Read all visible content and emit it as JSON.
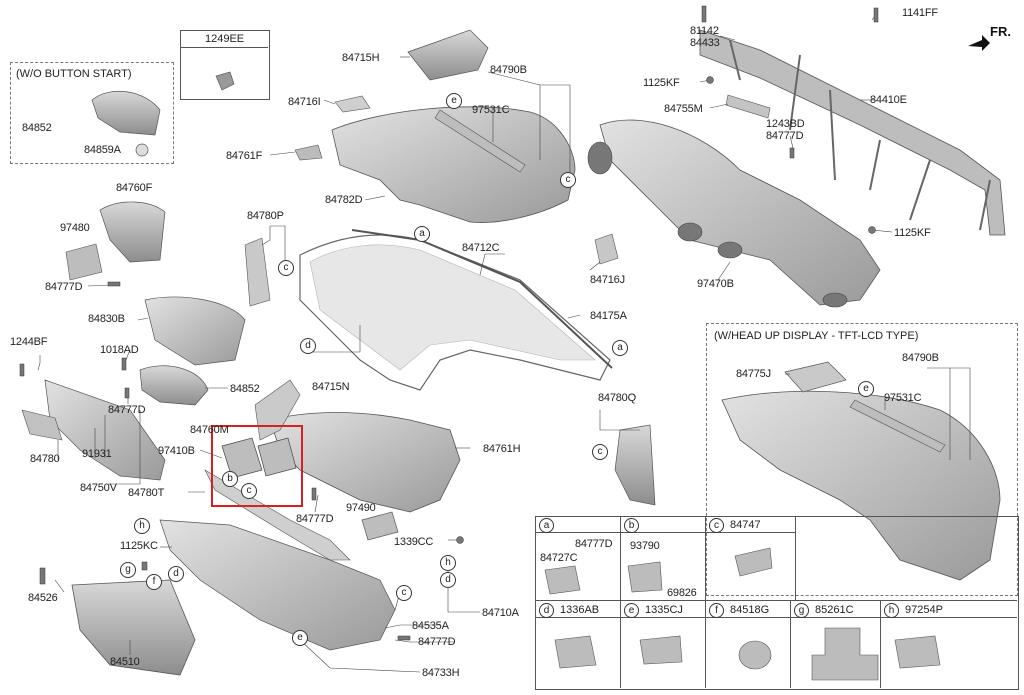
{
  "fr_label": "FR.",
  "box_titles": {
    "wo_button": "(W/O BUTTON START)",
    "hud": "(W/HEAD UP DISPLAY - TFT-LCD TYPE)",
    "part_1249ee": "1249EE"
  },
  "labels": {
    "p84852_a": "84852",
    "p84859A": "84859A",
    "p84715H": "84715H",
    "p84790B_a": "84790B",
    "p97531C_a": "97531C",
    "p84716I": "84716I",
    "p84761F": "84761F",
    "p84782D": "84782D",
    "p84760F": "84760F",
    "p97480": "97480",
    "p84777D_a": "84777D",
    "p84780P": "84780P",
    "p84712C": "84712C",
    "p84716J": "84716J",
    "p84175A": "84175A",
    "p84830B": "84830B",
    "p1244BF": "1244BF",
    "p1018AD": "1018AD",
    "p84852_b": "84852",
    "p84777D_b": "84777D",
    "p84715N": "84715N",
    "p84780": "84780",
    "p91931": "91931",
    "p84750V": "84750V",
    "p84760M": "84760M",
    "p97410B": "97410B",
    "p84780T": "84780T",
    "p84777D_c": "84777D",
    "p97490": "97490",
    "p84761H": "84761H",
    "p84780Q": "84780Q",
    "p1339CC": "1339CC",
    "p1125KC": "1125KC",
    "p84526": "84526",
    "p84510": "84510",
    "p84535A": "84535A",
    "p84710A": "84710A",
    "p84777D_d": "84777D",
    "p84733H": "84733H",
    "p81142": "81142",
    "p84433": "84433",
    "p1141FF": "1141FF",
    "p1125KF_a": "1125KF",
    "p84755M": "84755M",
    "p1243BD": "1243BD",
    "p84777D_e": "84777D",
    "p84410E": "84410E",
    "p1125KF_b": "1125KF",
    "p97470B": "97470B",
    "p84775J": "84775J",
    "p84790B_b": "84790B",
    "p97531C_b": "97531C"
  },
  "callouts": {
    "a1": "a",
    "a2": "a",
    "b1": "b",
    "c_main1": "c",
    "c_main2": "c",
    "c_main3": "c",
    "c_main4": "c",
    "c_main5": "c",
    "d1": "d",
    "d2": "d",
    "d3": "d",
    "e1": "e",
    "e2": "e",
    "e3": "e",
    "f1": "f",
    "g1": "g",
    "h1": "h",
    "h2": "h"
  },
  "table": {
    "cells": [
      {
        "letter": "a",
        "part": "",
        "sub": [
          "84777D",
          "84727C"
        ]
      },
      {
        "letter": "b",
        "part": "",
        "sub": [
          "93790",
          "69826"
        ]
      },
      {
        "letter": "c",
        "part": "84747",
        "sub": []
      },
      {
        "letter": "d",
        "part": "1336AB",
        "sub": []
      },
      {
        "letter": "e",
        "part": "1335CJ",
        "sub": []
      },
      {
        "letter": "f",
        "part": "84518G",
        "sub": []
      },
      {
        "letter": "g",
        "part": "85261C",
        "sub": []
      },
      {
        "letter": "h",
        "part": "97254P",
        "sub": []
      }
    ]
  },
  "colors": {
    "highlight": "#d92020",
    "part_fill": "#c9c9c9",
    "part_stroke": "#555555"
  }
}
